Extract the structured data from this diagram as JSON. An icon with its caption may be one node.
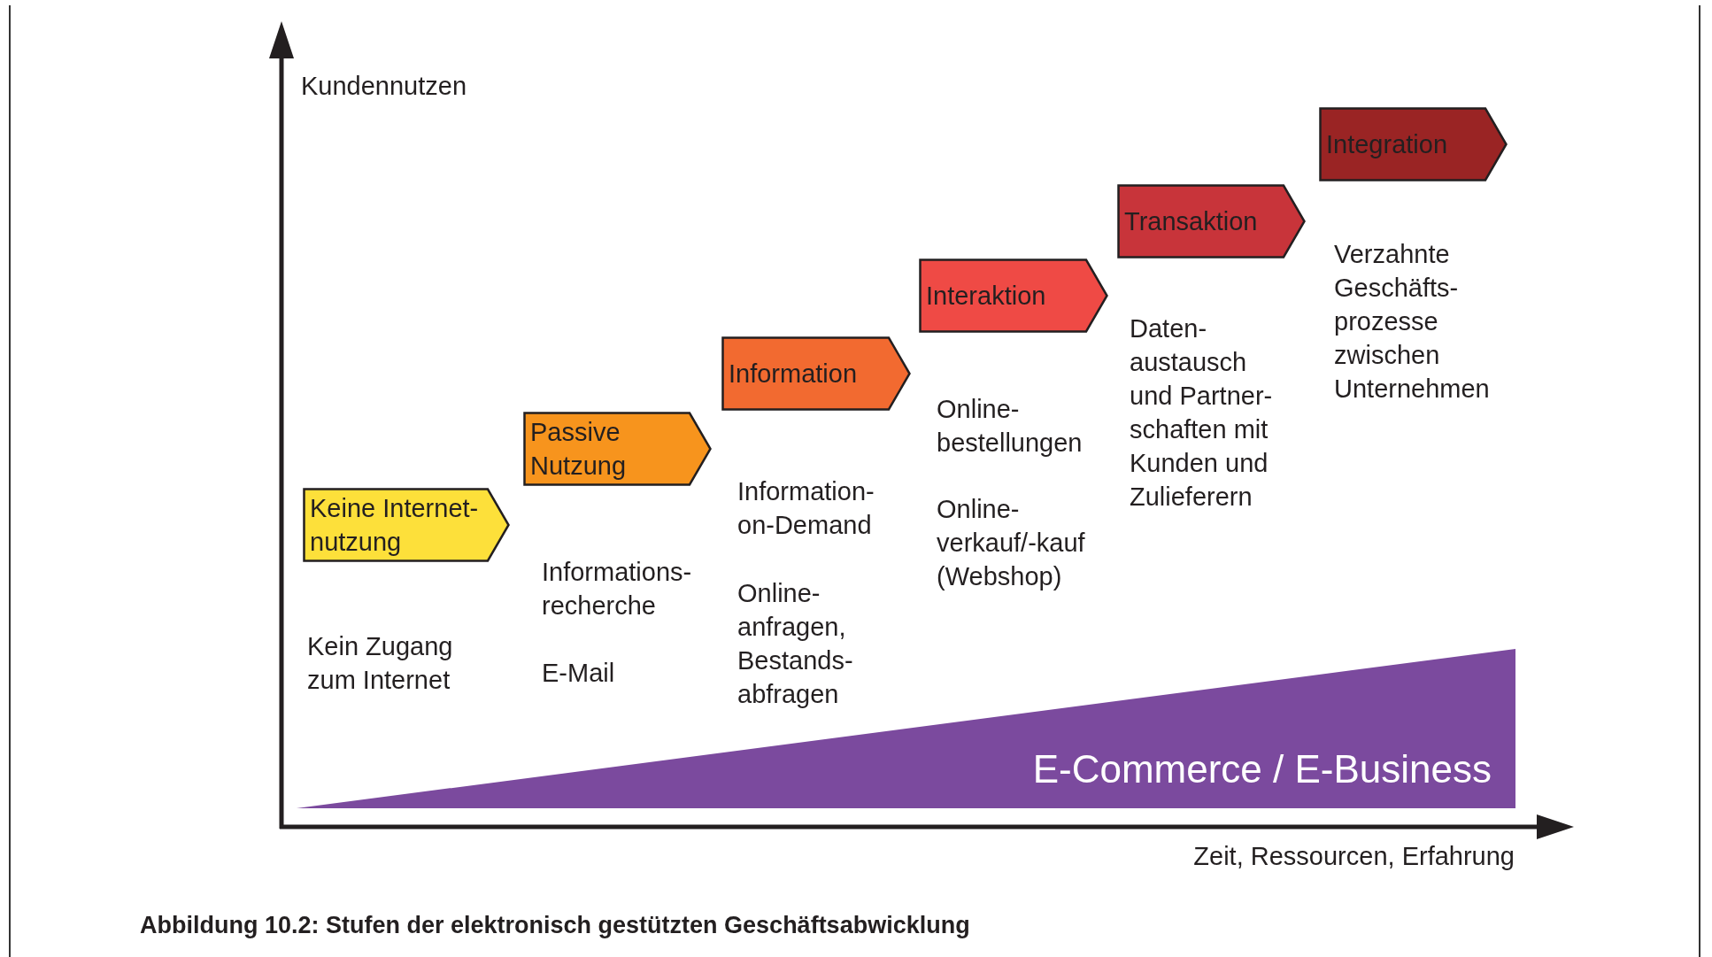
{
  "diagram": {
    "caption": "Abbildung 10.2: Stufen der elektronisch gestützten Geschäftsabwicklung",
    "nodes": [
      {
        "text": [
          "Keine Internet- nutzung"
        ]
      },
      {
        "text": [
          "Passive Nutzung"
        ]
      },
      {
        "text": [
          "Information"
        ]
      },
      {
        "text": [
          "Interaktion"
        ]
      },
      {
        "text": [
          "Transaktion"
        ]
      },
      {
        "text": [
          "Integration"
        ]
      },
      {
        "text": [
          "E-Commerce / E-Business"
        ]
      }
    ],
    "edges": [],
    "labels": [
      "Kundennutzen",
      "Kein Zugang zum Internet",
      "Informations- recherche",
      "E-Mail",
      "Information- on-Demand",
      "Online- anfragen, Bestands- abfragen",
      "Online- bestellungen",
      "Online- verkauf/-kauf (Webshop)",
      "Daten- austausch und Partner- schaften mit Kunden und Zulieferern",
      "Verzahnte Geschäfts- prozesse zwischen Unternehmen",
      "Zeit, Ressourcen, Erfahrung"
    ]
  }
}
